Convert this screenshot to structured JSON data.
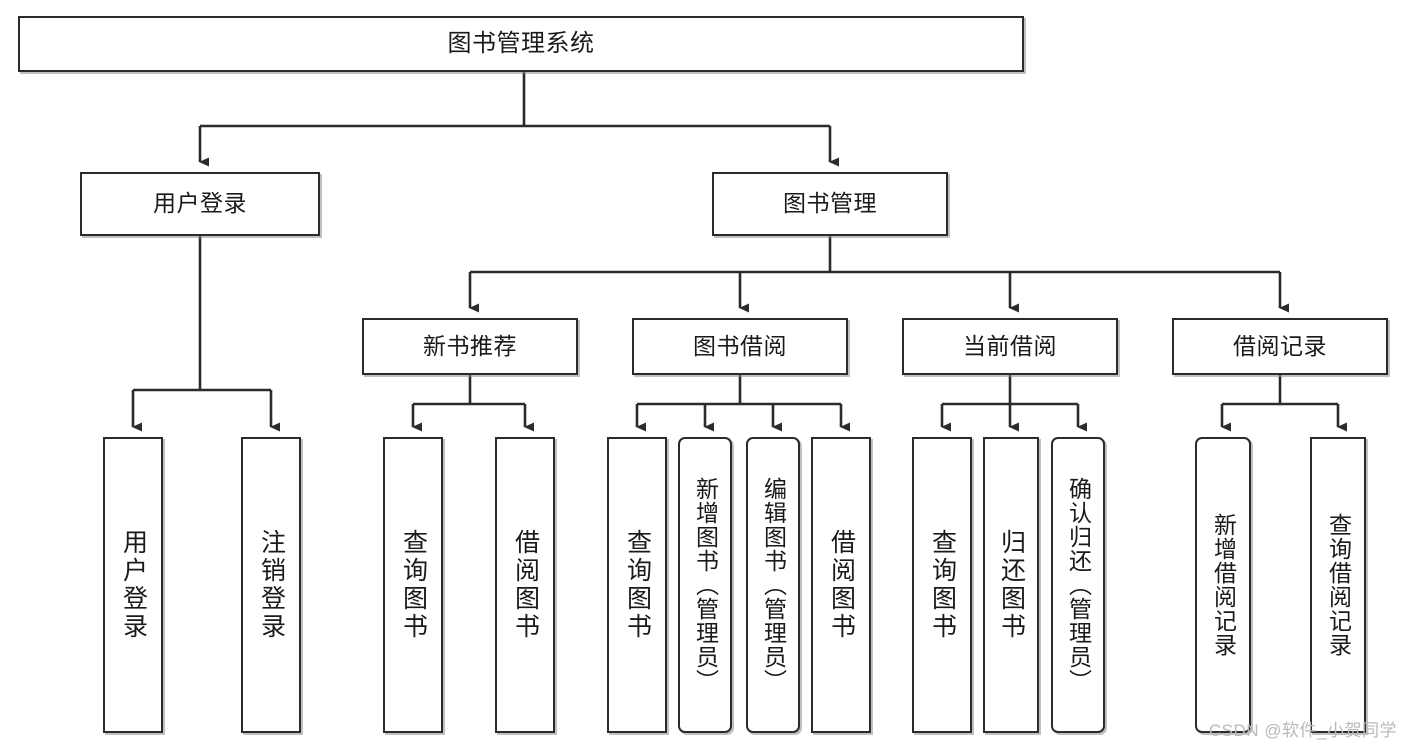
{
  "diagram": {
    "type": "tree-hierarchy-chart",
    "title": "图书管理系统",
    "watermark": "CSDN @软件_小贺同学",
    "colors": {
      "box_border": "#2b2b2b",
      "box_fill": "#ffffff",
      "connector": "#2b2b2b",
      "text": "#1a1a1a",
      "watermark": "#b9b9b9"
    },
    "root": {
      "label": "图书管理系统"
    },
    "level1": [
      {
        "label": "用户登录"
      },
      {
        "label": "图书管理"
      }
    ],
    "level2": [
      {
        "label": "新书推荐"
      },
      {
        "label": "图书借阅"
      },
      {
        "label": "当前借阅"
      },
      {
        "label": "借阅记录"
      }
    ],
    "leaves": {
      "user_login": [
        {
          "label": "用户登录"
        },
        {
          "label": "注销登录"
        }
      ],
      "new_book_recommend": [
        {
          "label": "查询图书"
        },
        {
          "label": "借阅图书"
        }
      ],
      "book_borrow": [
        {
          "label": "查询图书"
        },
        {
          "label": "新增图书（管理员）"
        },
        {
          "label": "编辑图书（管理员）"
        },
        {
          "label": "借阅图书"
        }
      ],
      "current_borrow": [
        {
          "label": "查询图书"
        },
        {
          "label": "归还图书"
        },
        {
          "label": "确认归还（管理员）"
        }
      ],
      "borrow_record": [
        {
          "label": "新增借阅记录"
        },
        {
          "label": "查询借阅记录"
        }
      ]
    }
  }
}
